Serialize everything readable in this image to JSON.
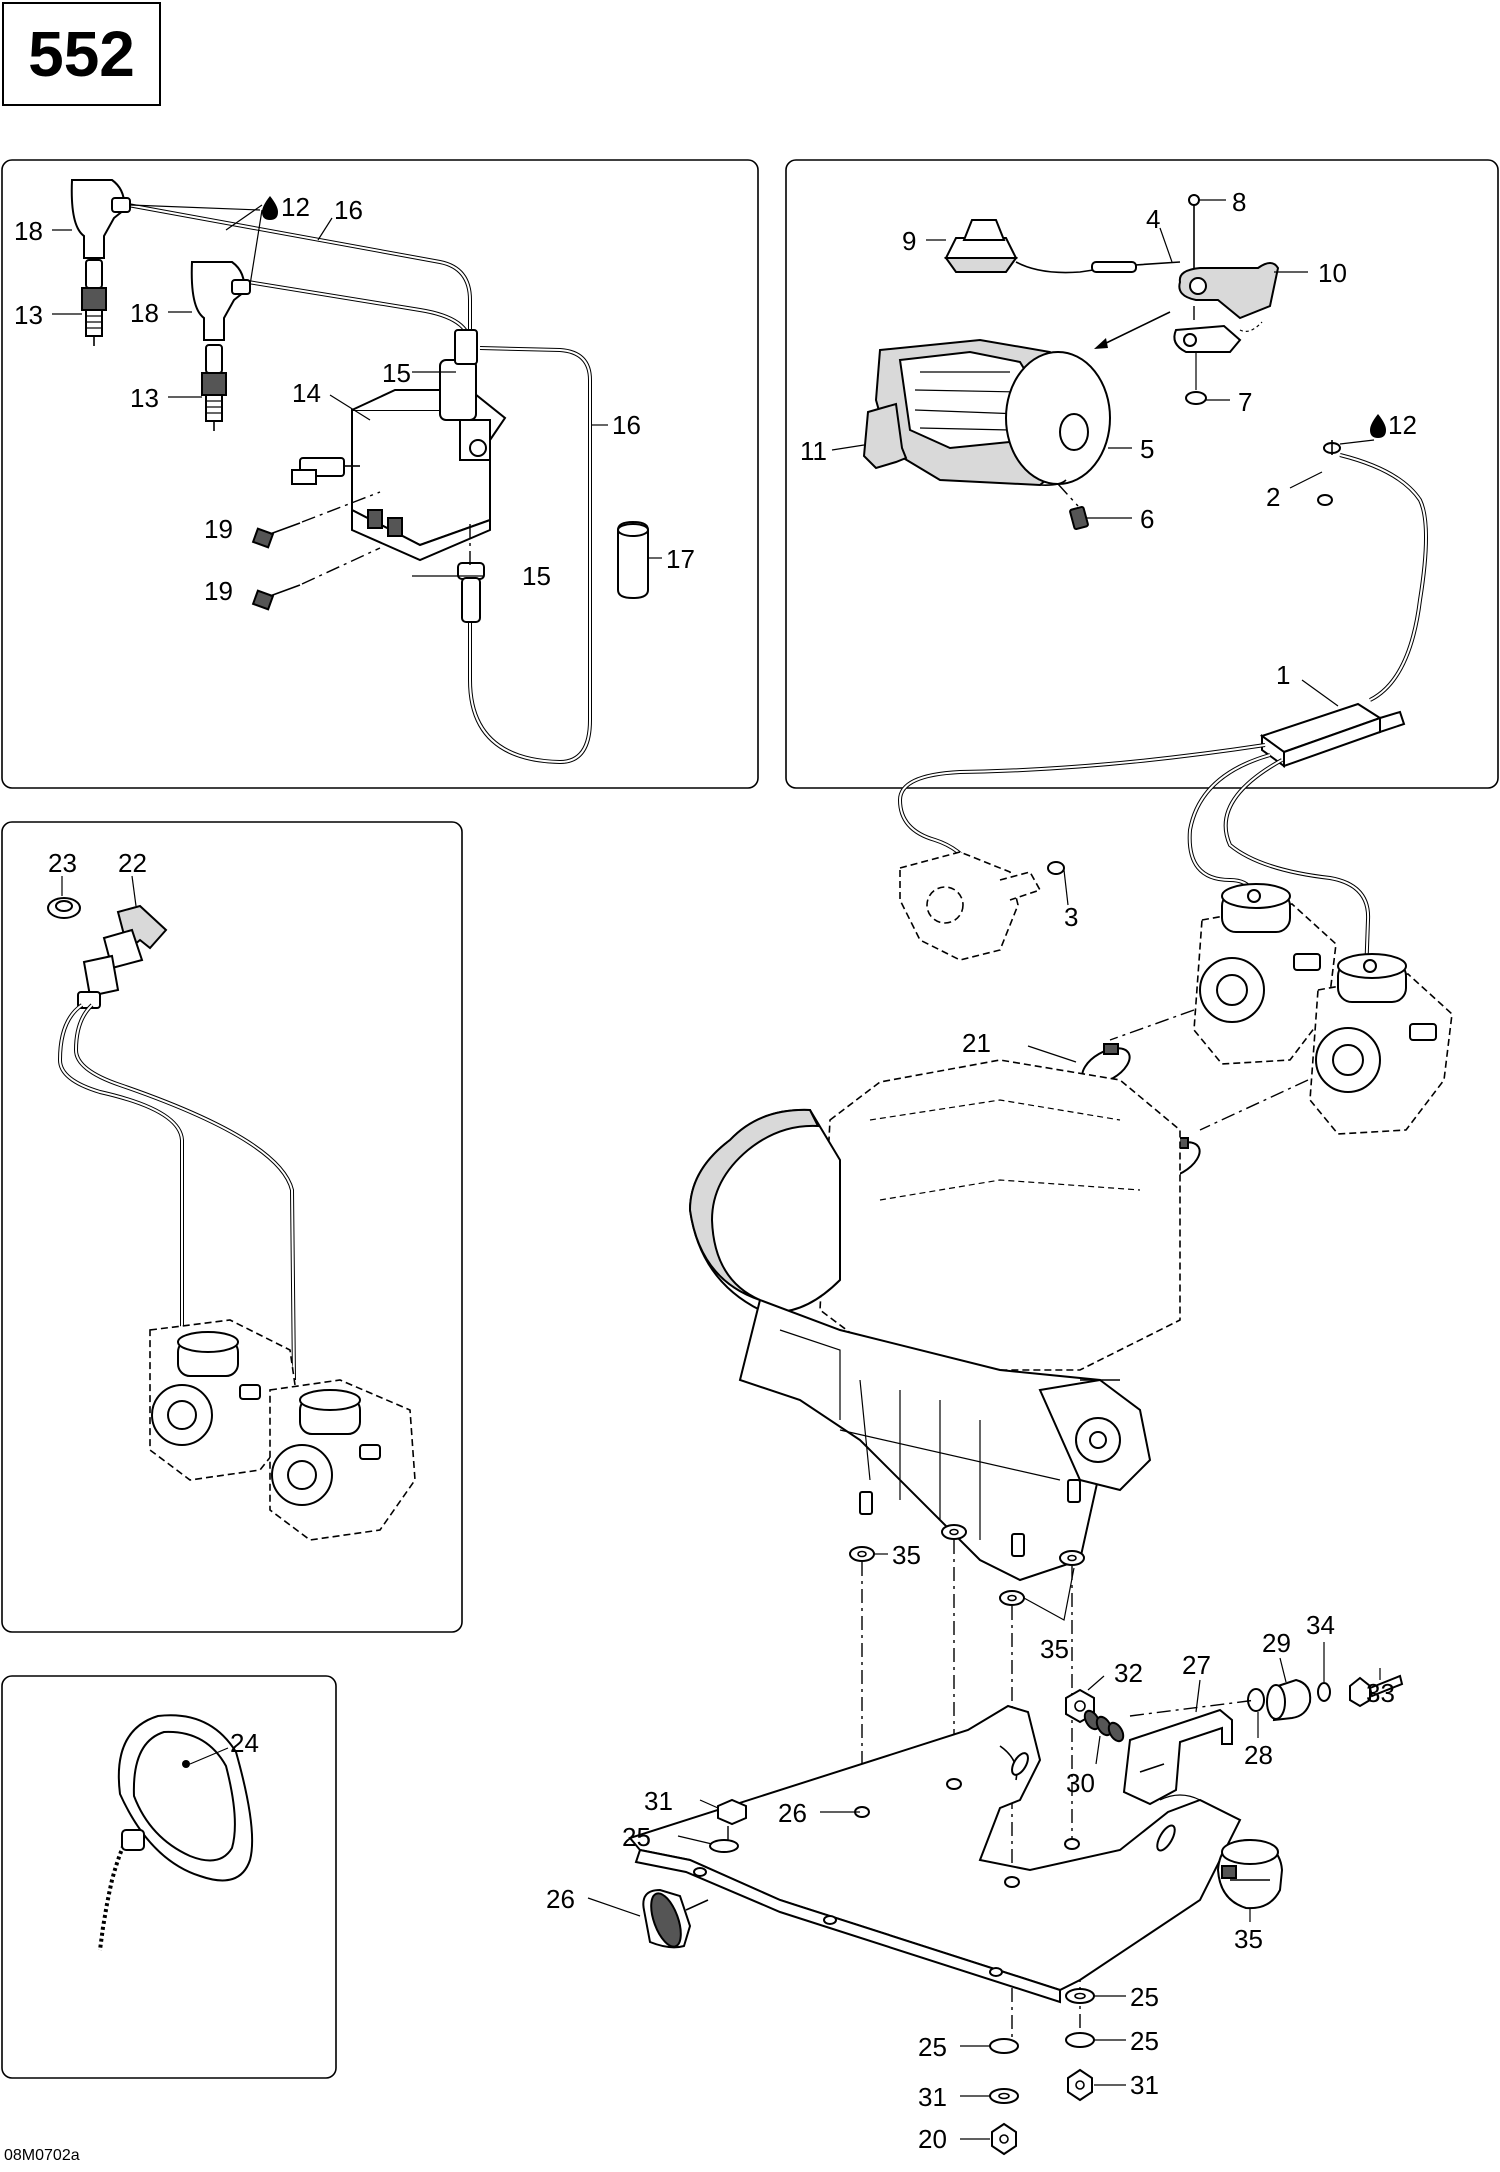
{
  "page_number": "552",
  "drawing_code": "08M0702a",
  "panels": {
    "ignition": {
      "callouts": [
        {
          "id": "c18a",
          "label": "18"
        },
        {
          "id": "c12a",
          "label": "12"
        },
        {
          "id": "c16a",
          "label": "16"
        },
        {
          "id": "c13a",
          "label": "13"
        },
        {
          "id": "c18b",
          "label": "18"
        },
        {
          "id": "c13b",
          "label": "13"
        },
        {
          "id": "c14",
          "label": "14"
        },
        {
          "id": "c15a",
          "label": "15"
        },
        {
          "id": "c16b",
          "label": "16"
        },
        {
          "id": "c19a",
          "label": "19"
        },
        {
          "id": "c17",
          "label": "17"
        },
        {
          "id": "c19b",
          "label": "19"
        },
        {
          "id": "c15b",
          "label": "15"
        }
      ]
    },
    "throttle": {
      "callouts": [
        {
          "id": "c8",
          "label": "8"
        },
        {
          "id": "c9",
          "label": "9"
        },
        {
          "id": "c4",
          "label": "4"
        },
        {
          "id": "c10",
          "label": "10"
        },
        {
          "id": "c7",
          "label": "7"
        },
        {
          "id": "c12b",
          "label": "12"
        },
        {
          "id": "c11",
          "label": "11"
        },
        {
          "id": "c5",
          "label": "5"
        },
        {
          "id": "c2",
          "label": "2"
        },
        {
          "id": "c6",
          "label": "6"
        },
        {
          "id": "c1",
          "label": "1"
        }
      ]
    },
    "choke": {
      "callouts": [
        {
          "id": "c23",
          "label": "23"
        },
        {
          "id": "c22",
          "label": "22"
        }
      ]
    },
    "cap": {
      "callouts": [
        {
          "id": "c24",
          "label": "24"
        }
      ]
    },
    "engine": {
      "callouts": [
        {
          "id": "c3",
          "label": "3"
        },
        {
          "id": "c21",
          "label": "21"
        },
        {
          "id": "c35a",
          "label": "35"
        },
        {
          "id": "c35b",
          "label": "35"
        },
        {
          "id": "c27",
          "label": "27"
        },
        {
          "id": "c29",
          "label": "29"
        },
        {
          "id": "c34",
          "label": "34"
        },
        {
          "id": "c32",
          "label": "32"
        },
        {
          "id": "c33",
          "label": "33"
        },
        {
          "id": "c28",
          "label": "28"
        },
        {
          "id": "c30",
          "label": "30"
        },
        {
          "id": "c31a",
          "label": "31"
        },
        {
          "id": "c25a",
          "label": "25"
        },
        {
          "id": "c20",
          "label": "20"
        },
        {
          "id": "c26a",
          "label": "26"
        },
        {
          "id": "c26b",
          "label": "26"
        },
        {
          "id": "c35c",
          "label": "35"
        },
        {
          "id": "c25b",
          "label": "25"
        },
        {
          "id": "c25c",
          "label": "25"
        },
        {
          "id": "c25d",
          "label": "25"
        },
        {
          "id": "c31b",
          "label": "31"
        },
        {
          "id": "c31c",
          "label": "31"
        }
      ]
    }
  }
}
